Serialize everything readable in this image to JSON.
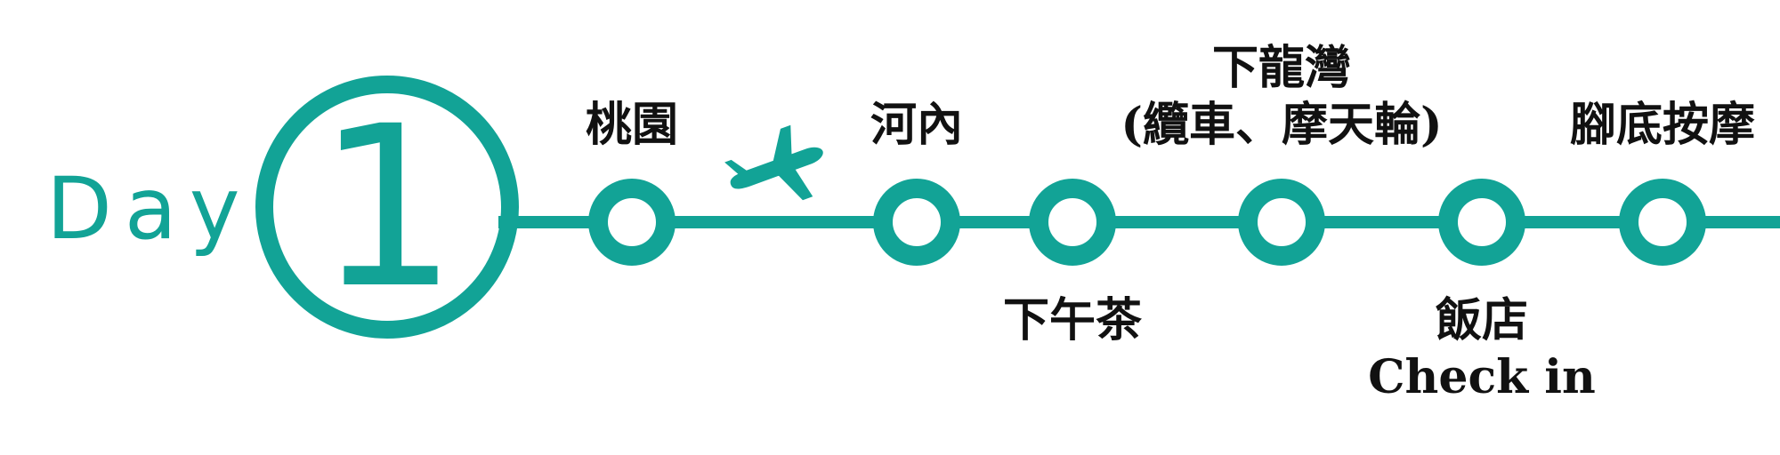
{
  "colors": {
    "accent": "#12A396",
    "text": "#111111",
    "background": "#ffffff"
  },
  "day": {
    "label": "Day",
    "number": "1"
  },
  "plane_icon": "airplane-icon",
  "stops": [
    {
      "id": "taoyuan",
      "lines": [
        "桃園"
      ],
      "position": "above"
    },
    {
      "id": "hanoi",
      "lines": [
        "河內"
      ],
      "position": "above"
    },
    {
      "id": "afternoon-tea",
      "lines": [
        "下午茶"
      ],
      "position": "below"
    },
    {
      "id": "halong-bay",
      "lines": [
        "下龍灣",
        "(纜車、摩天輪)"
      ],
      "position": "above"
    },
    {
      "id": "hotel",
      "lines": [
        "飯店",
        "Check in"
      ],
      "position": "below"
    },
    {
      "id": "foot-massage",
      "lines": [
        "腳底按摩"
      ],
      "position": "above"
    }
  ]
}
